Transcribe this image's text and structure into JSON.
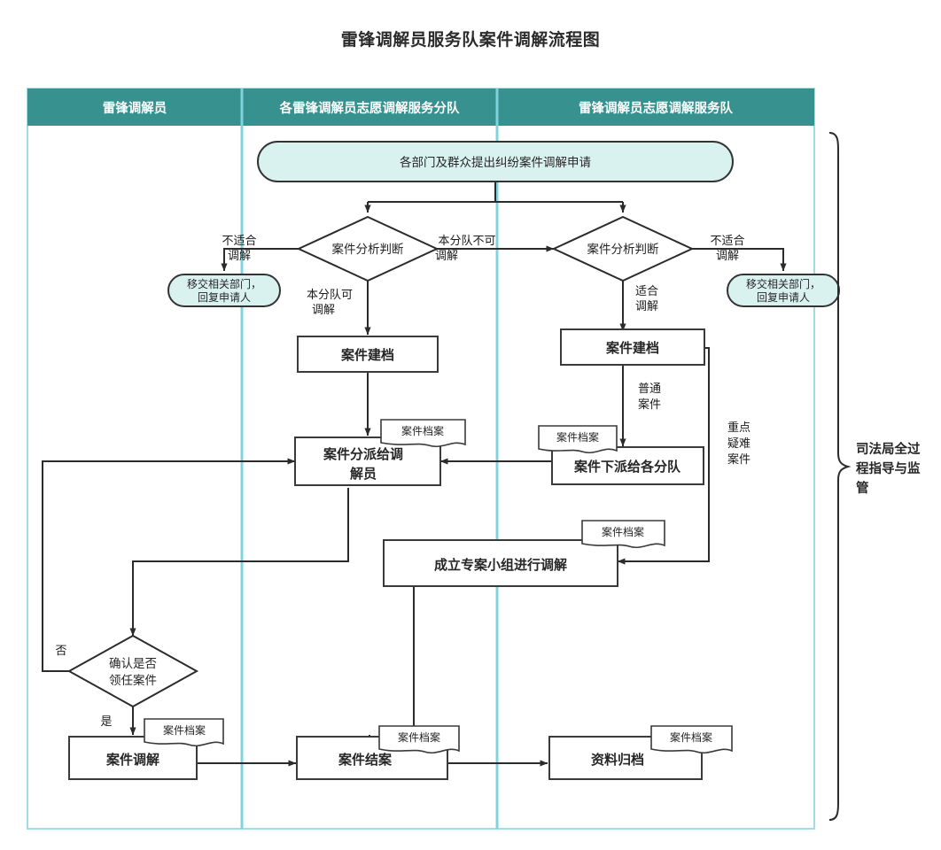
{
  "title": "雷锋调解员服务队案件调解流程图",
  "colors": {
    "header_band": "#36918f",
    "lane_divider": "#7fd4dc",
    "frame": "#9fdde3",
    "terminator_fill": "#d9f2f0",
    "terminator_stroke": "#333333",
    "box_stroke": "#3a3a3a",
    "line": "#2b2b2b",
    "text": "#262626"
  },
  "lanes": [
    {
      "id": "lane-mediator",
      "label": "雷锋调解员"
    },
    {
      "id": "lane-squad",
      "label": "各雷锋调解员志愿调解服务分队"
    },
    {
      "id": "lane-team",
      "label": "雷锋调解员志愿调解服务队"
    }
  ],
  "nodes": {
    "start": "各部门及群众提出纠纷案件调解申请",
    "decision_squad": "案件分析判断",
    "decision_team": "案件分析判断",
    "transfer_left_line1": "移交相关部门，",
    "transfer_left_line2": "回复申请人",
    "transfer_right_line1": "移交相关部门，",
    "transfer_right_line2": "回复申请人",
    "file_squad": "案件建档",
    "file_team": "案件建档",
    "assign_line1": "案件分派给调",
    "assign_line2": "解员",
    "dispatch": "案件下派给各分队",
    "special_group": "成立专案小组进行调解",
    "confirm_line1": "确认是否",
    "confirm_line2": "领任案件",
    "mediate": "案件调解",
    "close": "案件结案",
    "archive": "资料归档"
  },
  "edge_labels": {
    "squad_unsuitable_l1": "不适合",
    "squad_unsuitable_l2": "调解",
    "squad_cannot_l1": "本分队不可",
    "squad_cannot_l2": "调解",
    "squad_can_l1": "本分队可",
    "squad_can_l2": "调解",
    "team_unsuitable_l1": "不适合",
    "team_unsuitable_l2": "调解",
    "team_suitable_l1": "适合",
    "team_suitable_l2": "调解",
    "normal_case_l1": "普通",
    "normal_case_l2": "案件",
    "key_case_l1": "重点",
    "key_case_l2": "疑难",
    "key_case_l3": "案件",
    "confirm_no": "否",
    "confirm_yes": "是"
  },
  "doc_badges": [
    {
      "id": "doc-assign",
      "label": "案件档案"
    },
    {
      "id": "doc-dispatch",
      "label": "案件档案"
    },
    {
      "id": "doc-special",
      "label": "案件档案"
    },
    {
      "id": "doc-mediate",
      "label": "案件档案"
    },
    {
      "id": "doc-close",
      "label": "案件档案"
    },
    {
      "id": "doc-archive",
      "label": "案件档案"
    }
  ],
  "bracket": {
    "line1": "司法局全过",
    "line2": "程指导与监",
    "line3": "管"
  }
}
